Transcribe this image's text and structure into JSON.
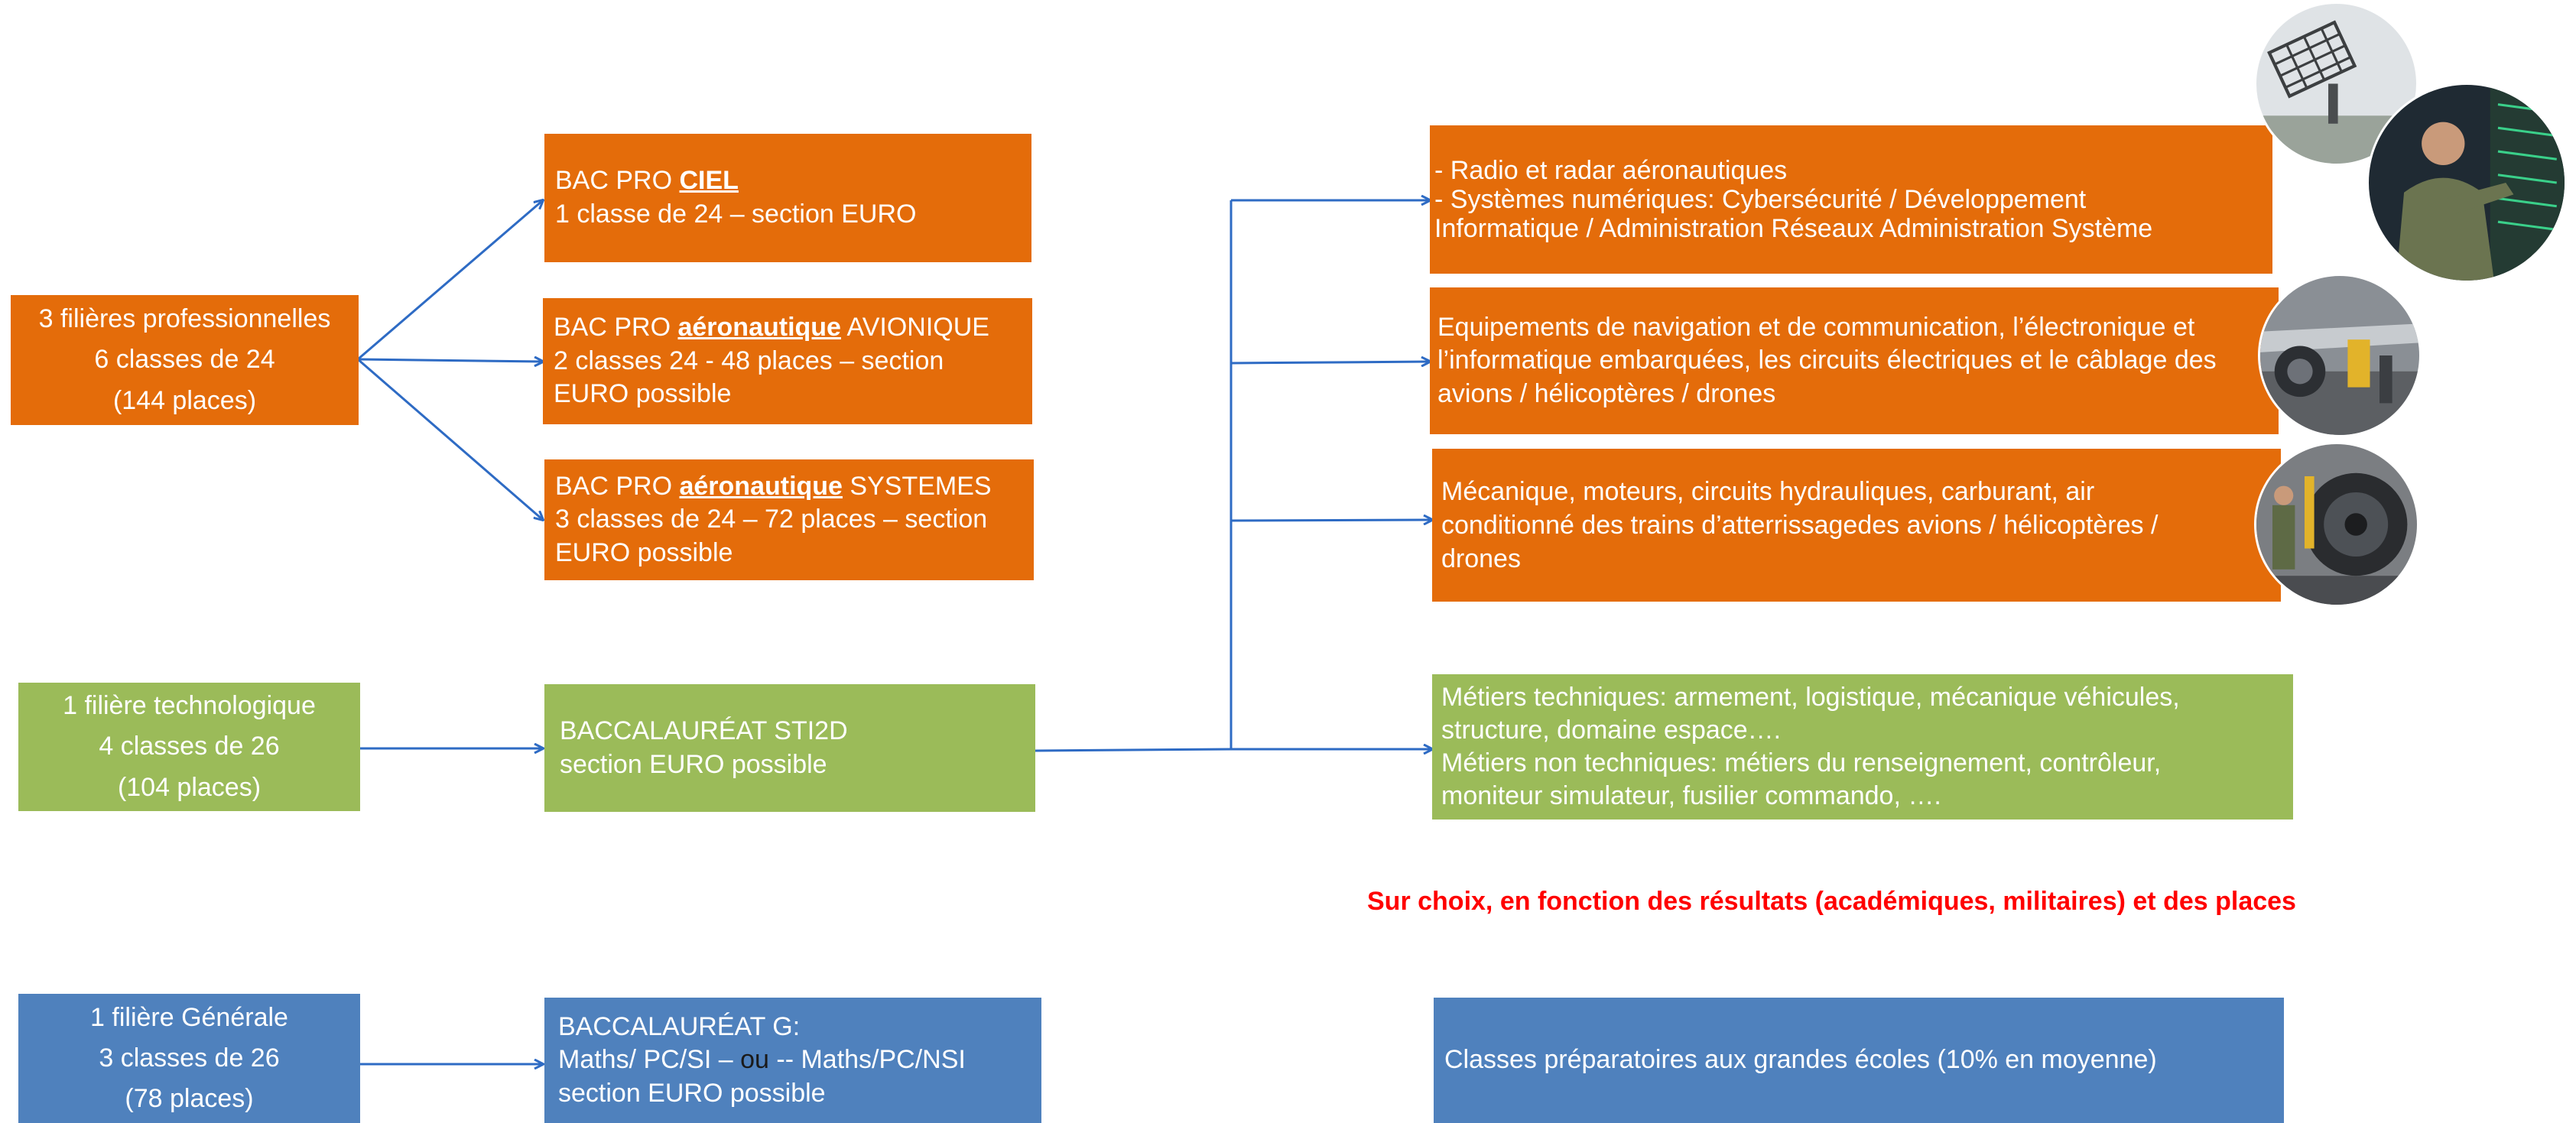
{
  "colors": {
    "orange": "#e46c0a",
    "green": "#9bbb59",
    "blue": "#4f81bd",
    "arrow": "#2e6bc4",
    "note": "#ff0000"
  },
  "left": {
    "pro": [
      "3 filières professionnelles",
      "6 classes de 24",
      "(144 places)"
    ],
    "techno": [
      "1 filière technologique",
      "4 classes de 26",
      "(104 places)"
    ],
    "generale": [
      "1 filière Générale",
      "3 classes de 26",
      "(78 places)"
    ]
  },
  "mid": {
    "ciel": {
      "prefix": "BAC PRO ",
      "strong": "CIEL",
      "line2": "1 classe de 24  – section EURO"
    },
    "avionique": {
      "prefix": "BAC PRO ",
      "strong": "aéronautique",
      "suffix": " AVIONIQUE",
      "line2": "2 classes 24  - 48 places – section",
      "line3": "EURO possible"
    },
    "systemes": {
      "prefix": "BAC PRO ",
      "strong": "aéronautique",
      "suffix": " SYSTEMES",
      "line2": "3 classes de 24 – 72 places – section",
      "line3": "EURO possible"
    },
    "sti2d": {
      "line1": "BACCALAURÉAT STI2D",
      "line2": "section EURO possible"
    },
    "general": {
      "line1": "BACCALAURÉAT  G:",
      "line2a": "Maths/ PC/SI – ",
      "line2b": "ou",
      "line2c": " -- Maths/PC/NSI",
      "line3": "section EURO possible"
    }
  },
  "right": {
    "radar": [
      "- Radio et radar aéronautiques",
      "- Systèmes numériques: Cybersécurité / Développement",
      "Informatique / Administration Réseaux Administration Système"
    ],
    "avionique": [
      "Equipements de navigation et de communication, l’électronique et",
      "l’informatique embarquées, les circuits électriques et le câblage des",
      "avions / hélicoptères / drones"
    ],
    "mecanique": [
      "Mécanique, moteurs, circuits hydrauliques, carburant, air",
      "conditionné des trains d’atterrissagedes avions / hélicoptères /",
      "drones"
    ],
    "metiers": [
      "Métiers techniques: armement, logistique, mécanique véhicules,",
      "structure, domaine espace….",
      "Métiers non techniques: métiers du renseignement, contrôleur,",
      "moniteur simulateur, fusilier commando, …."
    ],
    "prepa": "Classes préparatoires aux grandes écoles (10% en moyenne)"
  },
  "note": "Sur choix, en fonction des résultats (académiques, militaires) et des places",
  "photos": [
    "radar-photo",
    "soldier-server-photo",
    "avionics-workshop-photo",
    "engine-maintenance-photo"
  ]
}
